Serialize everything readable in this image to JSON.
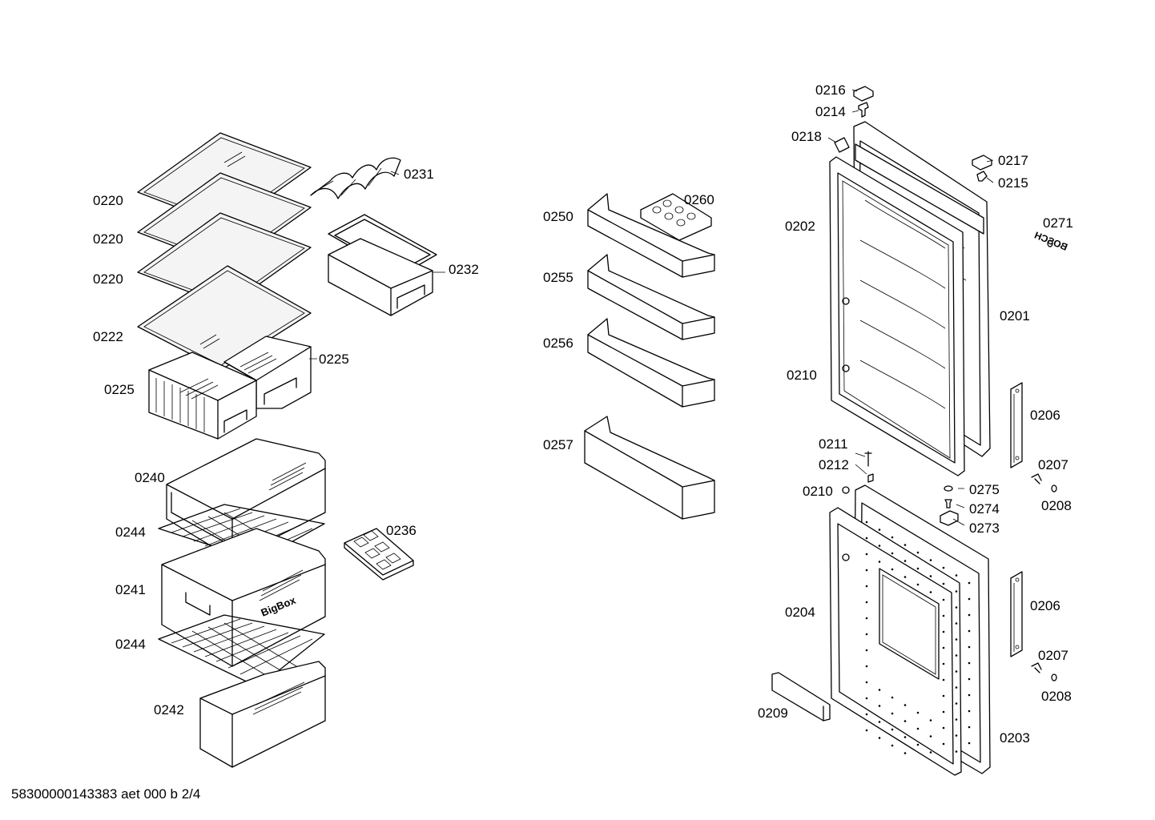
{
  "footer": "58300000143383 aet 000 b 2/4",
  "brand_text": "BigBox",
  "door_logo_text": "BOSCH",
  "labels": {
    "l0220a": "0220",
    "l0220b": "0220",
    "l0220c": "0220",
    "l0222": "0222",
    "l0225a": "0225",
    "l0225b": "0225",
    "l0231": "0231",
    "l0232": "0232",
    "l0240": "0240",
    "l0244a": "0244",
    "l0241": "0241",
    "l0244b": "0244",
    "l0242": "0242",
    "l0236": "0236",
    "l0250": "0250",
    "l0260": "0260",
    "l0255": "0255",
    "l0256": "0256",
    "l0257": "0257",
    "l0216": "0216",
    "l0214": "0214",
    "l0218": "0218",
    "l0217": "0217",
    "l0215": "0215",
    "l0202": "0202",
    "l0271": "0271",
    "l0201": "0201",
    "l0210a": "0210",
    "l0206a": "0206",
    "l0211": "0211",
    "l0212": "0212",
    "l0210b": "0210",
    "l0207a": "0207",
    "l0275": "0275",
    "l0208a": "0208",
    "l0274": "0274",
    "l0273": "0273",
    "l0204": "0204",
    "l0206b": "0206",
    "l0207b": "0207",
    "l0208b": "0208",
    "l0209": "0209",
    "l0203": "0203"
  }
}
